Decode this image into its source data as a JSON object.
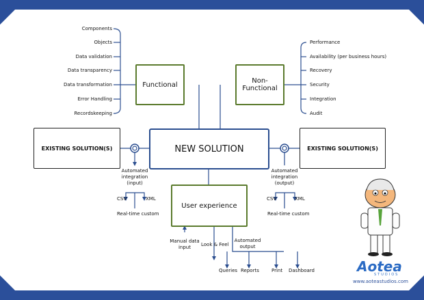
{
  "center": {
    "label": "NEW SOLUTION"
  },
  "functional": {
    "label": "Functional",
    "items": [
      "Components",
      "Objects",
      "Data validation",
      "Data transparency",
      "Data transformation",
      "Error Handling",
      "Recordskeeping"
    ]
  },
  "non_functional": {
    "label_line1": "Non-",
    "label_line2": "Functional",
    "items": [
      "Performance",
      "Availability (per business hours)",
      "Recovery",
      "Security",
      "Integration",
      "Audit"
    ]
  },
  "existing_left": {
    "label": "EXISTING SOLUTION(S)"
  },
  "existing_right": {
    "label": "EXISTING SOLUTION(S)"
  },
  "integration_left": {
    "line1": "Automated",
    "line2": "integration",
    "line3": "(input)",
    "csv": "CSV",
    "xml": "XML",
    "realtime": "Real-time custom"
  },
  "integration_right": {
    "line1": "Automated",
    "line2": "integration",
    "line3": "(output)",
    "csv": "CSV",
    "xml": "XML",
    "realtime": "Real-time custom"
  },
  "user_experience": {
    "label": "User experience",
    "manual_line1": "Manual data",
    "manual_line2": "input",
    "look_feel": "Look & Feel",
    "auto_line1": "Automated",
    "auto_line2": "output",
    "outputs": [
      "Queries",
      "Reports",
      "Print",
      "Dashboard"
    ]
  },
  "brand": {
    "logo": "Aotea",
    "logo_sub": "STUDIOS",
    "url": "www.aoteastudios.com"
  },
  "colors": {
    "frame": "#2b4f9a",
    "line": "#2a4d8f",
    "green_border": "#5a7a2c"
  }
}
